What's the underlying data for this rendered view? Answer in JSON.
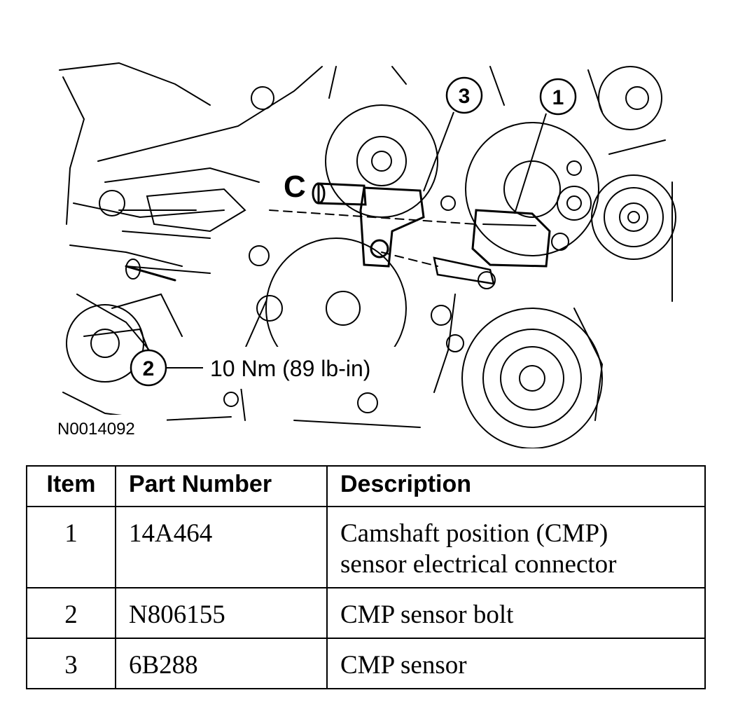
{
  "illustration": {
    "reference_id": "N0014092",
    "view_letter": "C",
    "torque_spec": "10 Nm (89 lb-in)",
    "callouts": [
      "1",
      "2",
      "3"
    ]
  },
  "table": {
    "headers": [
      "Item",
      "Part Number",
      "Description"
    ],
    "rows": [
      {
        "item": "1",
        "part_number": "14A464",
        "description": [
          "Camshaft position (CMP)",
          "sensor electrical connector"
        ]
      },
      {
        "item": "2",
        "part_number": "N806155",
        "description": [
          "CMP sensor bolt"
        ]
      },
      {
        "item": "3",
        "part_number": "6B288",
        "description": [
          "CMP sensor"
        ]
      }
    ]
  }
}
